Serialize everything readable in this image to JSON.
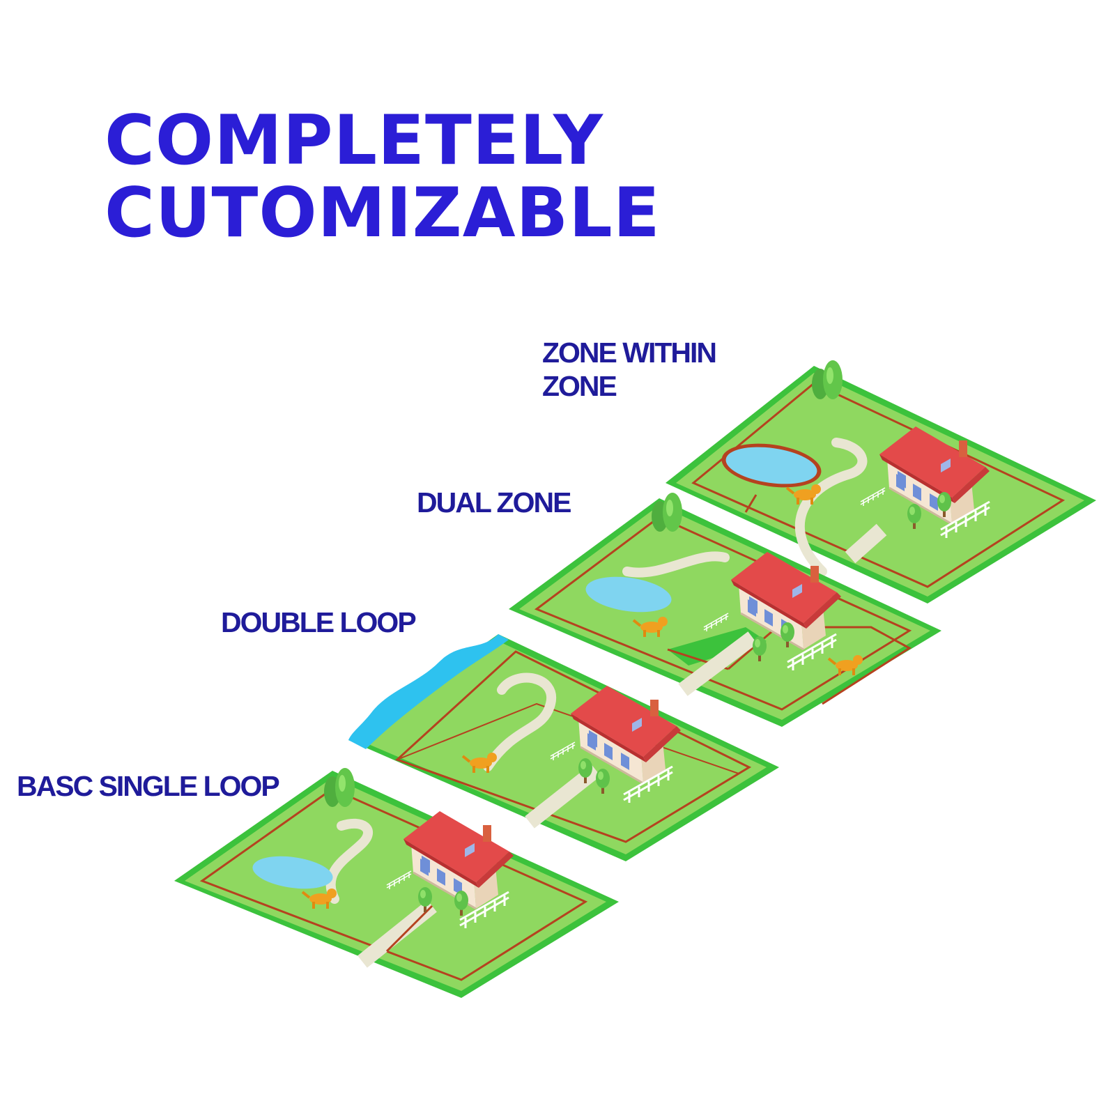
{
  "headline": {
    "line1": "COMPLETELY",
    "line2": "CUTOMIZABLE"
  },
  "layouts": [
    {
      "id": "zone-within-zone",
      "label_line1": "ZONE WITHIN",
      "label_line2": "ZONE"
    },
    {
      "id": "dual-zone",
      "label_line1": "DUAL ZONE"
    },
    {
      "id": "double-loop",
      "label_line1": "DOUBLE LOOP"
    },
    {
      "id": "single-loop",
      "label_line1": "BASC SINGLE LOOP"
    }
  ],
  "colors": {
    "headline": "#2b1ed6",
    "labels": "#1f1b9a",
    "lawn": "#8fd860",
    "lawn_border": "#3cc23c",
    "boundary_wire": "#b5421f",
    "path": "#e9e6d2",
    "pond": "#7fd4f0",
    "river": "#2ec2ef",
    "roof": "#e34a4a",
    "walls": "#f5e6d3",
    "tree": "#5fc24a",
    "dog": "#f0a020"
  }
}
